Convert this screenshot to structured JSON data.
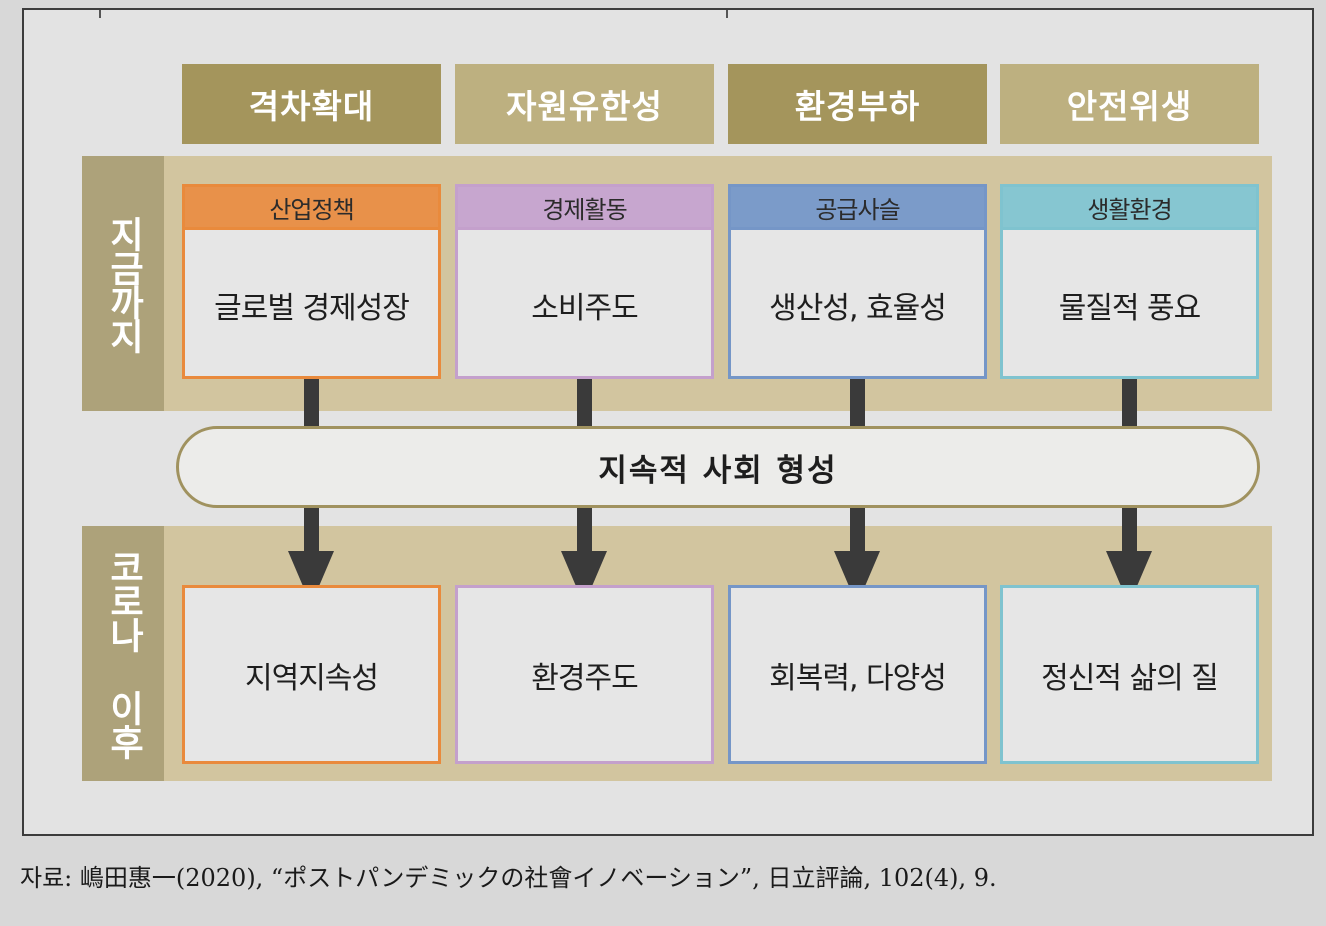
{
  "colors": {
    "header_dark": "#a4955c",
    "header_light": "#bdb080",
    "band": "#d2c59f",
    "side_label": "#ada27a",
    "arrow": "#3a3a3a",
    "pill_border": "#a0925f"
  },
  "headers": [
    "격차확대",
    "자원유한성",
    "환경부하",
    "안전위생"
  ],
  "side_labels": {
    "top": "지금까지",
    "bottom": "코로나 이후"
  },
  "top_cards": [
    {
      "caption": "산업정책",
      "body": "글로벌 경제성장",
      "border": "#e98a3c",
      "cap_bg": "#e8914a"
    },
    {
      "caption": "경제활동",
      "body": "소비주도",
      "border": "#c4a0cc",
      "cap_bg": "#c7a6cf"
    },
    {
      "caption": "공급사슬",
      "body": "생산성, 효율성",
      "border": "#7596c7",
      "cap_bg": "#7b9bc9"
    },
    {
      "caption": "생활환경",
      "body": "물질적 풍요",
      "border": "#7fc3cf",
      "cap_bg": "#86c6d1"
    }
  ],
  "center_label": "지속적 사회 형성",
  "bottom_cards": [
    {
      "body": "지역지속성",
      "border": "#e98a3c"
    },
    {
      "body": "환경주도",
      "border": "#c4a0cc"
    },
    {
      "body": "회복력, 다양성",
      "border": "#7596c7"
    },
    {
      "body": "정신적 삶의 질",
      "border": "#7fc3cf"
    }
  ],
  "source": "자료: 嶋田惠一(2020), “ポストパンデミックの社會イノベーション”, 日立評論, 102(4), 9."
}
